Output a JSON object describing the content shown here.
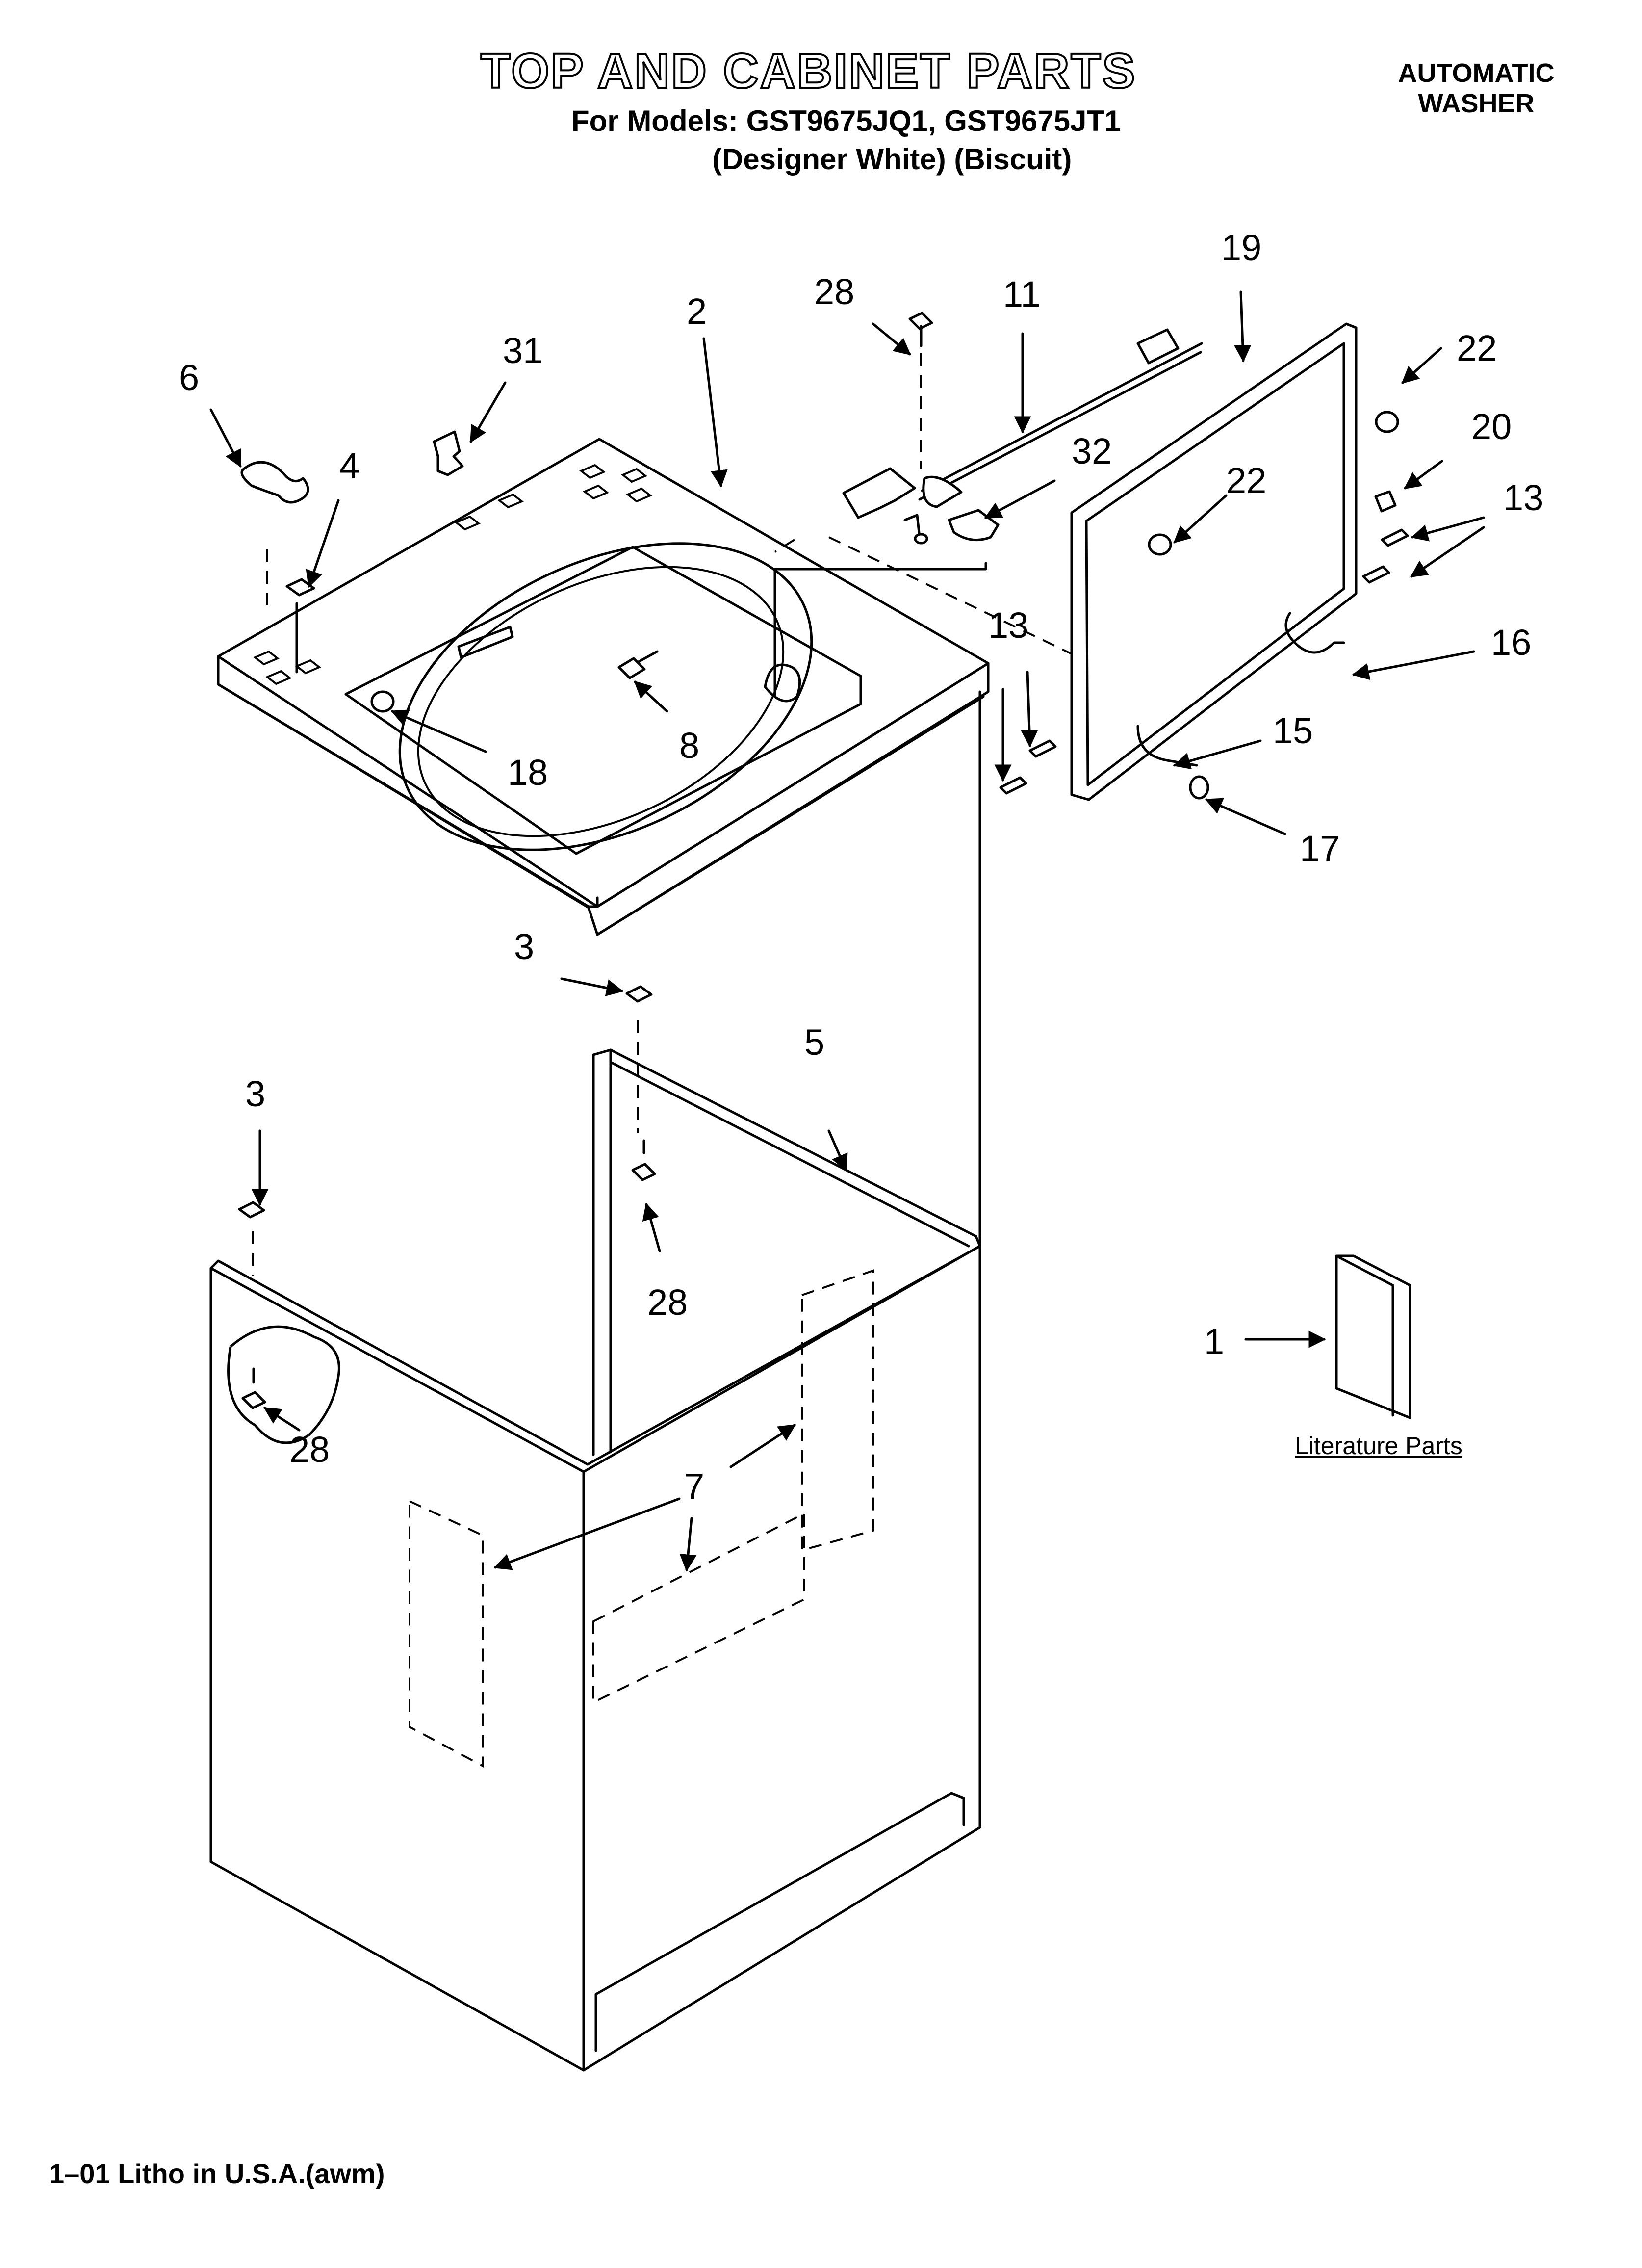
{
  "header": {
    "title": "TOP AND CABINET PARTS",
    "models": "For Models: GST9675JQ1, GST9675JT1",
    "colors": "(Designer White)  (Biscuit)",
    "product_line1": "AUTOMATIC",
    "product_line2": "WASHER"
  },
  "callouts": {
    "c6": "6",
    "c4": "4",
    "c31": "31",
    "c2": "2",
    "c28a": "28",
    "c11": "11",
    "c32": "32",
    "c19": "19",
    "c22a": "22",
    "c20": "20",
    "c22b": "22",
    "c13a": "13",
    "c16": "16",
    "c13b": "13",
    "c15": "15",
    "c17": "17",
    "c8": "8",
    "c18": "18",
    "c3a": "3",
    "c5": "5",
    "c3b": "3",
    "c28b": "28",
    "c28c": "28",
    "c7": "7",
    "c1": "1"
  },
  "literature_label": "Literature Parts",
  "footer": "1–01 Litho in U.S.A.(awm)"
}
